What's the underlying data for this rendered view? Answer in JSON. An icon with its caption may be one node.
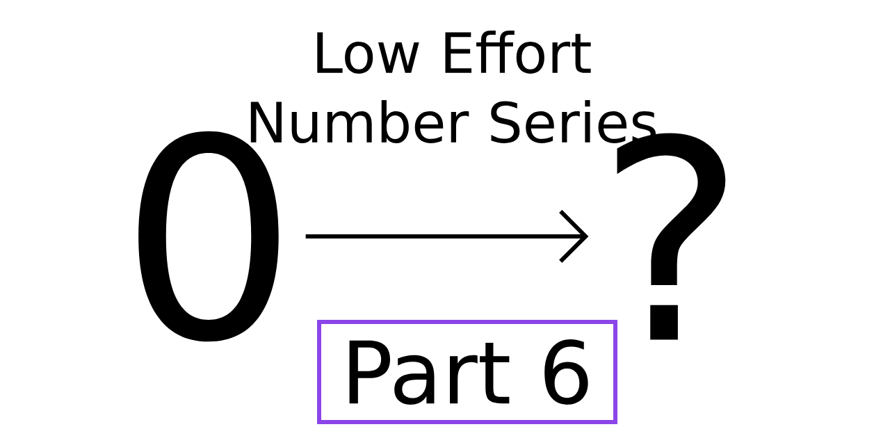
{
  "diagram": {
    "title": "Low Effort Number Series",
    "nodes": [
      {
        "text": [
          "0"
        ]
      },
      {
        "text": [
          "?"
        ]
      },
      {
        "text": [
          "Part 6"
        ]
      }
    ],
    "edges": [
      {
        "from": 0,
        "to": 1,
        "arrow": "to"
      }
    ]
  }
}
